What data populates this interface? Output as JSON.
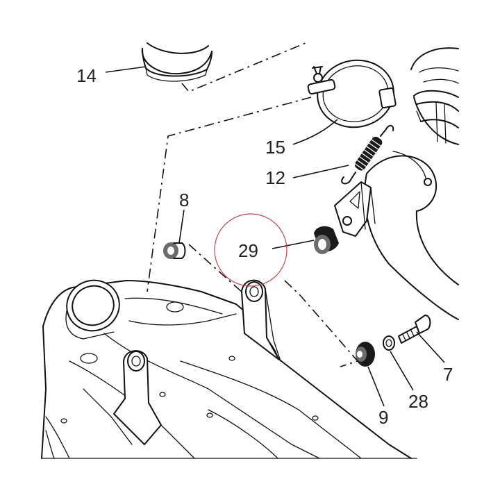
{
  "callouts": {
    "c14": "14",
    "c15": "15",
    "c12": "12",
    "c8": "8",
    "c29": "29",
    "c7": "7",
    "c9": "9",
    "c28": "28"
  },
  "highlight_color": "#c2464f"
}
